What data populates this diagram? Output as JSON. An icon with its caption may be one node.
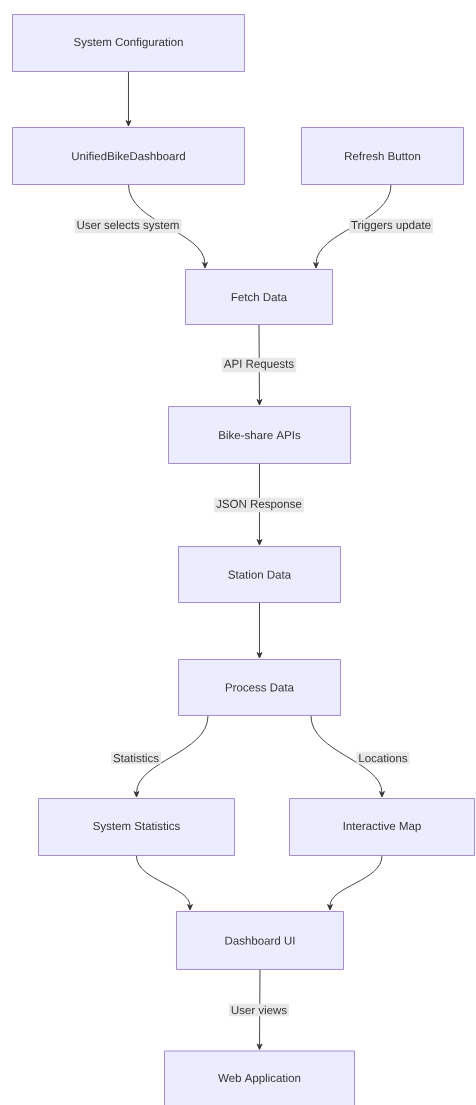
{
  "diagram": {
    "nodes": [
      {
        "text": [
          "System Configuration"
        ]
      },
      {
        "text": [
          "UnifiedBikeDashboard"
        ]
      },
      {
        "text": [
          "Refresh Button"
        ]
      },
      {
        "text": [
          "Fetch Data"
        ]
      },
      {
        "text": [
          "Bike-share APIs"
        ]
      },
      {
        "text": [
          "Station Data"
        ]
      },
      {
        "text": [
          "Process Data"
        ]
      },
      {
        "text": [
          "System Statistics"
        ]
      },
      {
        "text": [
          "Interactive Map"
        ]
      },
      {
        "text": [
          "Dashboard UI"
        ]
      },
      {
        "text": [
          "Web Application"
        ]
      }
    ],
    "edges": [
      {
        "from": 0,
        "to": 1,
        "arrow": "to"
      },
      {
        "from": 1,
        "to": 3,
        "arrow": "to",
        "label": "User selects system"
      },
      {
        "from": 2,
        "to": 3,
        "arrow": "to",
        "label": "Triggers update"
      },
      {
        "from": 3,
        "to": 4,
        "arrow": "to",
        "label": "API Requests"
      },
      {
        "from": 4,
        "to": 5,
        "arrow": "to",
        "label": "JSON Response"
      },
      {
        "from": 5,
        "to": 6,
        "arrow": "to"
      },
      {
        "from": 6,
        "to": 7,
        "arrow": "to",
        "label": "Statistics"
      },
      {
        "from": 6,
        "to": 8,
        "arrow": "to",
        "label": "Locations"
      },
      {
        "from": 7,
        "to": 9,
        "arrow": "to"
      },
      {
        "from": 8,
        "to": 9,
        "arrow": "to"
      },
      {
        "from": 9,
        "to": 10,
        "arrow": "to",
        "label": "User views"
      }
    ]
  }
}
